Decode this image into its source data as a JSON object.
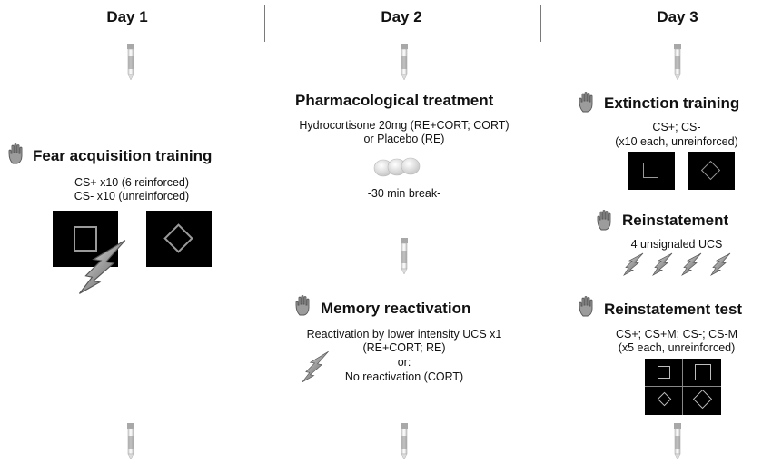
{
  "days": [
    "Day 1",
    "Day 2",
    "Day 3"
  ],
  "day1": {
    "title": "Fear acquisition training",
    "line1": "CS+ x10 (6 reinforced)",
    "line2": "CS- x10 (unreinforced)"
  },
  "day2": {
    "pharm_title": "Pharmacological treatment",
    "pharm_line1": "Hydrocortisone 20mg (RE+CORT; CORT)",
    "pharm_line2": "or Placebo (RE)",
    "break": "-30 min break-",
    "mem_title": "Memory reactivation",
    "mem_line1": "Reactivation by lower intensity UCS x1",
    "mem_line2": "(RE+CORT; RE)",
    "mem_line3": "or:",
    "mem_line4": "No reactivation (CORT)"
  },
  "day3": {
    "ext_title": "Extinction training",
    "ext_line1": "CS+; CS-",
    "ext_line2": "(x10 each, unreinforced)",
    "rein_title": "Reinstatement",
    "rein_line1": "4 unsignaled UCS",
    "test_title": "Reinstatement test",
    "test_line1": "CS+; CS+M; CS-; CS-M",
    "test_line2": "(x5 each, unreinforced)"
  }
}
